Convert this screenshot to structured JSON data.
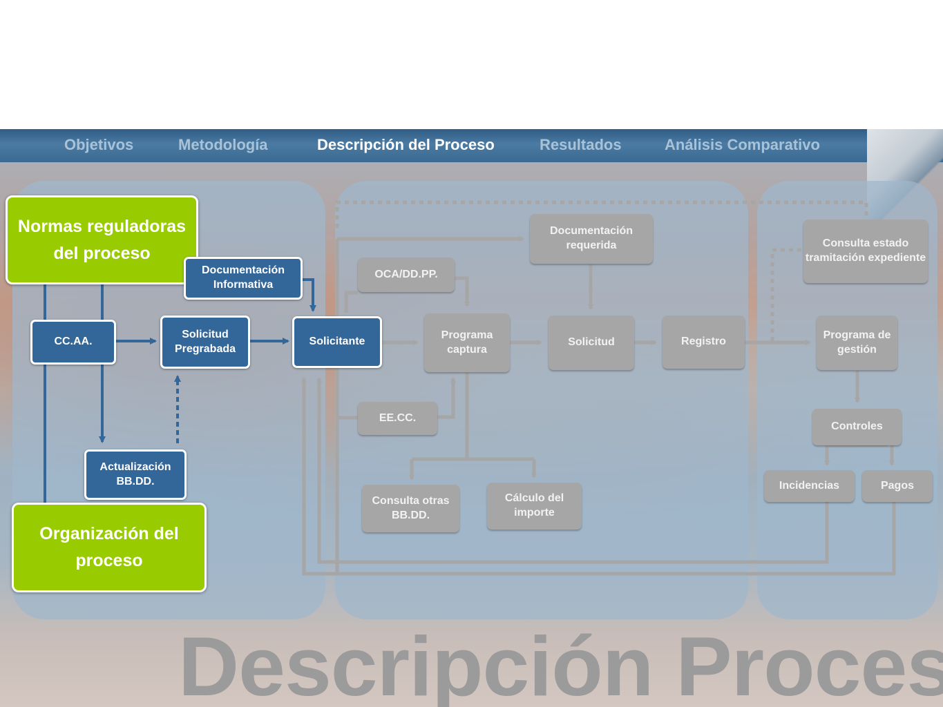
{
  "nav": {
    "items": [
      {
        "label": "Objetivos"
      },
      {
        "label": "Metodología"
      },
      {
        "label": "Descripción del Proceso",
        "active": true
      },
      {
        "label": "Resultados"
      },
      {
        "label": "Análisis Comparativo"
      }
    ]
  },
  "diagram": {
    "green_boxes": {
      "normas": "Normas reguladoras del proceso",
      "organizacion": "Organización del proceso"
    },
    "blue_boxes": {
      "ccaa": "CC.AA.",
      "solicitud_pregrabada": "Solicitud Pregrabada",
      "documentacion_informativa": "Documentación Informativa",
      "solicitante": "Solicitante",
      "actualizacion": "Actualización BB.DD."
    },
    "grey_boxes": {
      "oca": "OCA/DD.PP.",
      "eecc": "EE.CC.",
      "programa_captura": "Programa captura",
      "documentacion_requerida": "Documentación requerida",
      "solicitud": "Solicitud",
      "registro": "Registro",
      "consulta_bbdd": "Consulta otras BB.DD.",
      "calculo_importe": "Cálculo del importe",
      "consulta_estado": "Consulta estado tramitación expediente",
      "programa_gestion": "Programa de gestión",
      "controles": "Controles",
      "incidencias": "Incidencias",
      "pagos": "Pagos"
    }
  },
  "watermark": "Descripción Proceso",
  "colors": {
    "nav_bar": "#3a6a93",
    "nav_active": "#ffffff",
    "nav_inactive": "#a8c2d8",
    "blue_box": "#336699",
    "green_box": "#99cc00",
    "grey_box": "#a6a6a6",
    "panel": "#a0b7cc",
    "watermark": "#9b9b9b"
  }
}
